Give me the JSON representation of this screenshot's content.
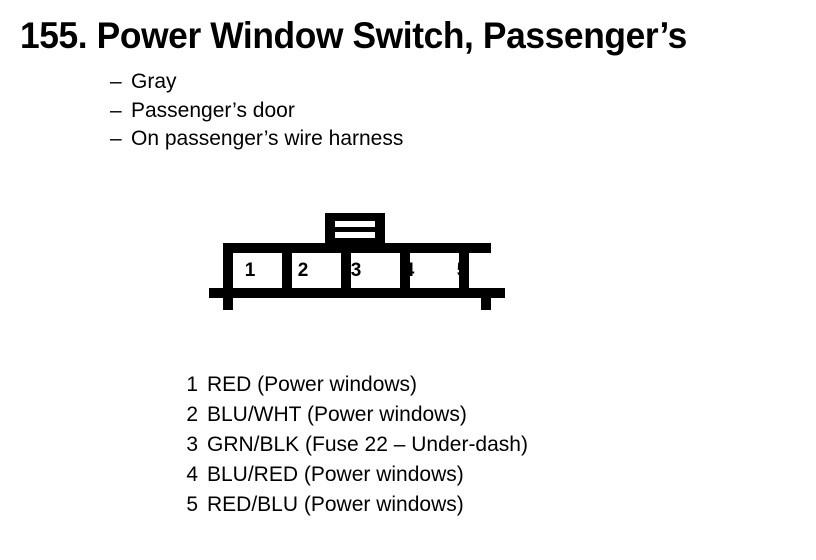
{
  "document": {
    "item_number": "155.",
    "title": "155. Power Window Switch, Passenger’s",
    "background_color": "#ffffff",
    "ink_color": "#000000"
  },
  "notes": [
    {
      "dash": "–",
      "text": "Gray"
    },
    {
      "dash": "–",
      "text": "Passenger’s door"
    },
    {
      "dash": "–",
      "text": "On passenger’s wire harness"
    }
  ],
  "connector": {
    "name": "5-pin connector",
    "pin_count": 5,
    "pin_labels": [
      "1",
      "2",
      "3",
      "4",
      "5"
    ],
    "has_top_locking_tab": true,
    "top_tab_slots": 2
  },
  "legend": {
    "rows": [
      {
        "pin": "1",
        "description": "RED (Power windows)"
      },
      {
        "pin": "2",
        "description": "BLU/WHT (Power windows)"
      },
      {
        "pin": "3",
        "description": "GRN/BLK (Fuse 22 – Under-dash)"
      },
      {
        "pin": "4",
        "description": "BLU/RED (Power windows)"
      },
      {
        "pin": "5",
        "description": "RED/BLU (Power windows)"
      }
    ]
  }
}
